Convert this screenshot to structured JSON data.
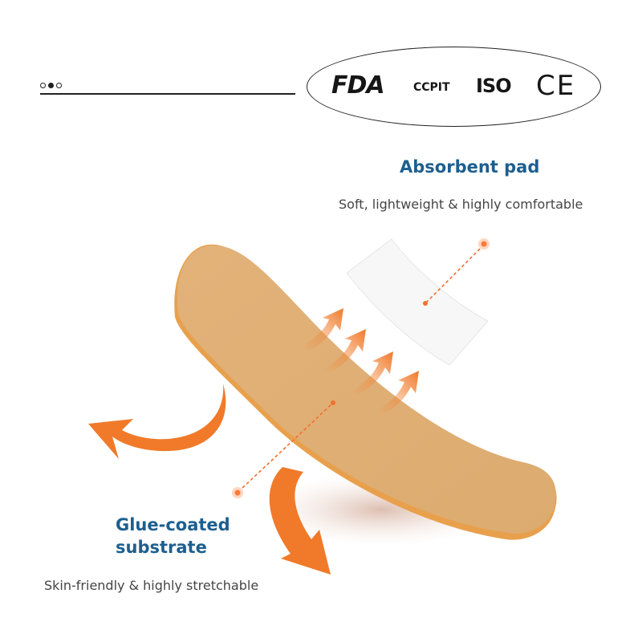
{
  "slide_indicator": {
    "dots": [
      "empty",
      "filled",
      "empty"
    ]
  },
  "certifications": [
    {
      "label": "FDA",
      "icon": "fda-logo-icon"
    },
    {
      "label": "CCPIT",
      "icon": "ccpit-logo-icon"
    },
    {
      "label": "ISO",
      "icon": "iso-logo-icon"
    },
    {
      "label": "CE",
      "icon": "ce-mark-icon"
    }
  ],
  "absorbent_pad": {
    "title": "Absorbent pad",
    "subtitle": "Soft, lightweight & highly comfortable"
  },
  "substrate": {
    "title_line1": "Glue-coated",
    "title_line2": "substrate",
    "subtitle": "Skin-friendly & highly stretchable"
  },
  "colors": {
    "heading": "#1d5f8f",
    "bandage": "#dfae74",
    "bandage_edge": "#e6a04a",
    "arrow": "#f07a2a",
    "pointer": "#ff8a4a"
  }
}
